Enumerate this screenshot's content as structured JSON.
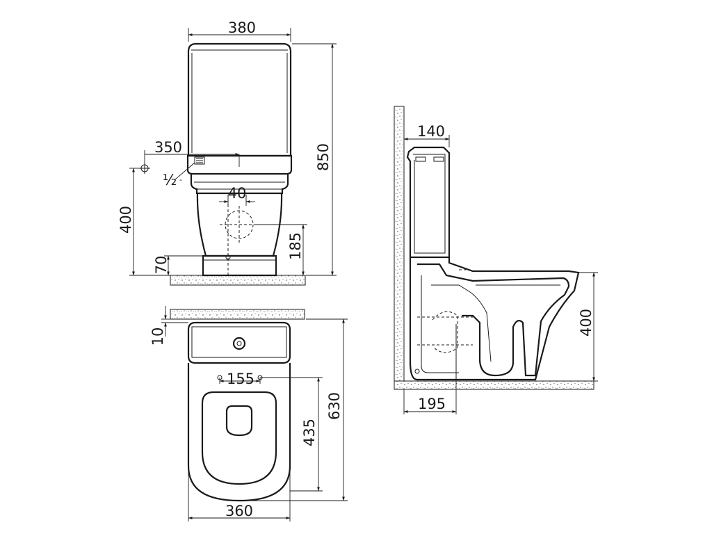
{
  "front_view": {
    "dim_width": "380",
    "dim_height": "850",
    "dim_inlet_offset": "350",
    "dim_inlet_height": "400",
    "dim_bolt_spacing": "40",
    "dim_outlet_height": "185",
    "dim_base_height": "70",
    "inlet_size": "½",
    "inlet_unit": "\""
  },
  "top_view": {
    "dim_wall_gap": "10",
    "dim_fixing_spacing": "155",
    "dim_seat_length": "435",
    "dim_depth": "630",
    "dim_width": "360"
  },
  "side_view": {
    "dim_cistern_depth": "140",
    "dim_rim_height": "400",
    "dim_outlet_distance": "195"
  }
}
